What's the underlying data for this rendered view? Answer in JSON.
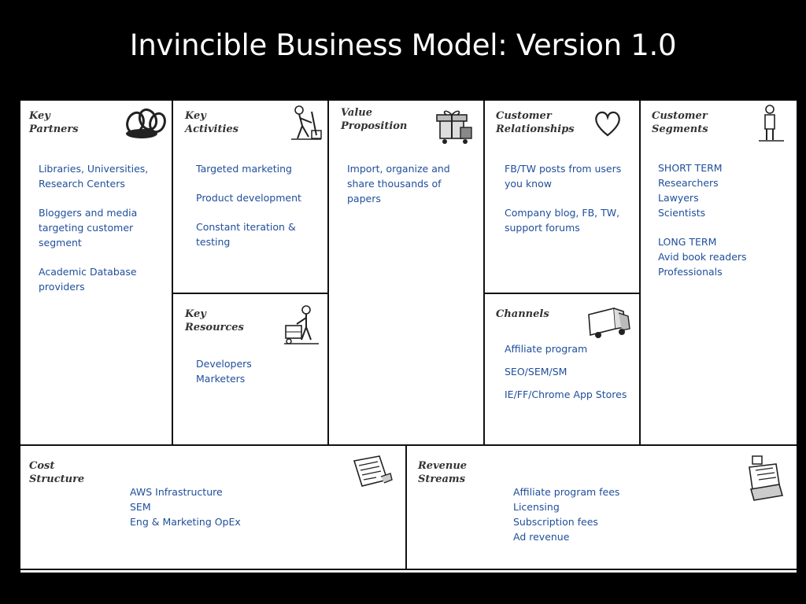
{
  "slide": {
    "title": "Invincible Business Model: Version 1.0"
  },
  "canvas": {
    "key_partners": {
      "heading": [
        "Key",
        "Partners"
      ],
      "icon": "chain-links-icon",
      "items": [
        "Libraries, Universities, Research Centers",
        "Bloggers and media targeting customer segment",
        "Academic Database providers"
      ]
    },
    "key_activities": {
      "heading": [
        "Key",
        "Activities"
      ],
      "icon": "worker-digging-icon",
      "items": [
        "Targeted marketing",
        "Product development",
        "Constant iteration & testing"
      ]
    },
    "key_resources": {
      "heading": [
        "Key",
        "Resources"
      ],
      "icon": "worker-with-crate-icon",
      "lines": [
        "Developers",
        "Marketers"
      ]
    },
    "value_proposition": {
      "heading": [
        "Value",
        "Proposition"
      ],
      "icon": "gift-box-icon",
      "items": [
        "Import, organize and share thousands of papers"
      ]
    },
    "customer_relationships": {
      "heading": [
        "Customer",
        "Relationships"
      ],
      "icon": "heart-icon",
      "items": [
        "FB/TW posts from users you know",
        "Company blog, FB, TW, support forums"
      ]
    },
    "channels": {
      "heading": [
        "Channels"
      ],
      "icon": "delivery-truck-icon",
      "items": [
        "Affiliate program",
        "SEO/SEM/SM",
        "IE/FF/Chrome App Stores"
      ]
    },
    "customer_segments": {
      "heading": [
        "Customer",
        "Segments"
      ],
      "icon": "person-icon",
      "groups": [
        {
          "label": "SHORT TERM",
          "lines": [
            "Researchers",
            "Lawyers",
            "Scientists"
          ]
        },
        {
          "label": "LONG TERM",
          "lines": [
            "Avid book readers",
            "Professionals"
          ]
        }
      ]
    },
    "cost_structure": {
      "heading": [
        "Cost",
        "Structure"
      ],
      "icon": "invoice-paper-icon",
      "lines": [
        "AWS Infrastructure",
        "SEM",
        "Eng & Marketing OpEx"
      ]
    },
    "revenue_streams": {
      "heading": [
        "Revenue",
        "Streams"
      ],
      "icon": "cash-register-icon",
      "lines": [
        "Affiliate program fees",
        "Licensing",
        "Subscription fees",
        "Ad revenue"
      ]
    }
  }
}
